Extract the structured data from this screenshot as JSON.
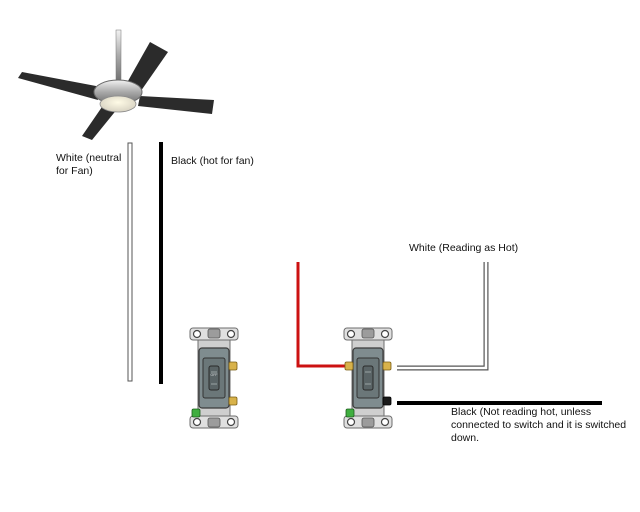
{
  "labels": {
    "white_neutral": "White (neutral\nfor Fan)",
    "black_hot": "Black (hot for fan)",
    "white_reading_hot": "White (Reading as Hot)",
    "black_not_reading_hot": "Black (Not reading hot, unless\nconnected to switch and it is switched\ndown."
  },
  "switch_text": "OFF",
  "colors": {
    "white_wire": "#ffffff",
    "wire_outline": "#555555",
    "black_wire": "#000000",
    "red_wire": "#cc1111",
    "switch_body": "#7f8c8f",
    "switch_plate": "#c9c9c9",
    "brass_terminal": "#d8b24a",
    "ground_terminal": "#3fae3f",
    "fan_blade": "#2b2b2b",
    "fan_metal": "#b9b9b9"
  }
}
